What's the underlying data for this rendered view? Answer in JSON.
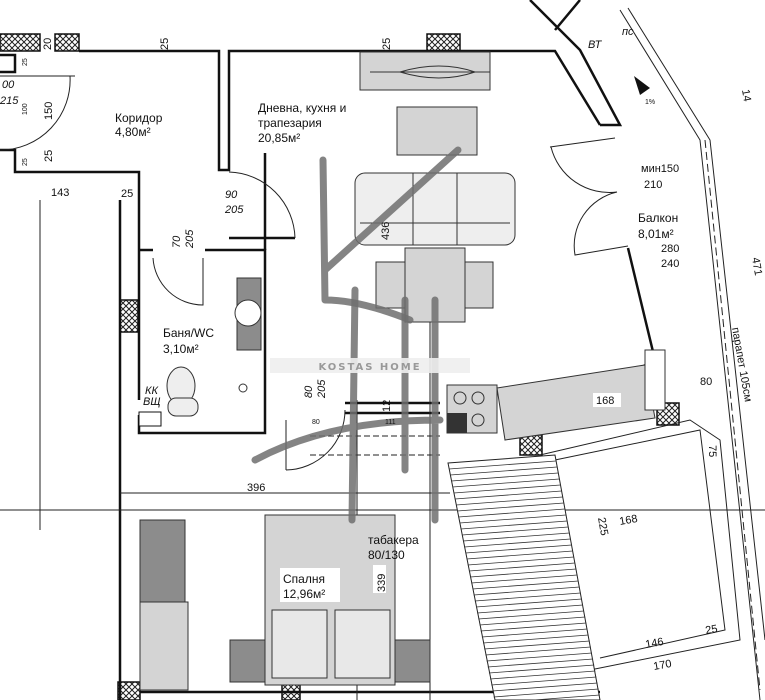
{
  "rooms": {
    "corridor": {
      "name": "Коридор",
      "area": "4,80м²"
    },
    "living": {
      "name_line1": "Дневна, кухня и",
      "name_line2": "трапезария",
      "area": "20,85м²"
    },
    "bathroom": {
      "name": "Баня/WC",
      "area": "3,10м²"
    },
    "balcony": {
      "name": "Балкон",
      "area": "8,01м²"
    },
    "bedroom": {
      "name": "Спалня",
      "area": "12,96м²"
    },
    "hatch": {
      "name": "табакера",
      "size": "80/130"
    }
  },
  "annotations": {
    "kk": "КК",
    "vsht": "ВЩ",
    "ps": "пс",
    "vt": "ВТ",
    "slope": "1%",
    "parapet": "парапет 105см"
  },
  "dimensions": {
    "d20": "20",
    "d25_top_left": "25",
    "d25_top_mid": "25",
    "d150": "150",
    "d25_left": "25",
    "d100_small": "100",
    "d25_small_a": "25",
    "d25_small_b": "25",
    "d143": "143",
    "d25_corr": "25",
    "door_entry_w": "00",
    "door_entry_h": "215",
    "door_living_w": "90",
    "door_living_h": "205",
    "door_bath_w": "70",
    "door_bath_h": "205",
    "door_bed_w": "80",
    "door_bed_h": "205",
    "balcony_door_w": "280",
    "balcony_door_h": "240",
    "balcony_min_w": "мин150",
    "balcony_min_h": "210",
    "d436": "436",
    "d12": "12",
    "d80_small": "80",
    "d111": "111",
    "d168_kitchen": "168",
    "d80_balcony": "80",
    "d75": "75",
    "d396": "396",
    "d339": "339",
    "d225": "225",
    "d168": "168",
    "d146": "146",
    "d25_bottom": "25",
    "d170": "170",
    "d14": "14",
    "d471": "471"
  },
  "watermark": {
    "text": "KOSTAS HOME"
  }
}
